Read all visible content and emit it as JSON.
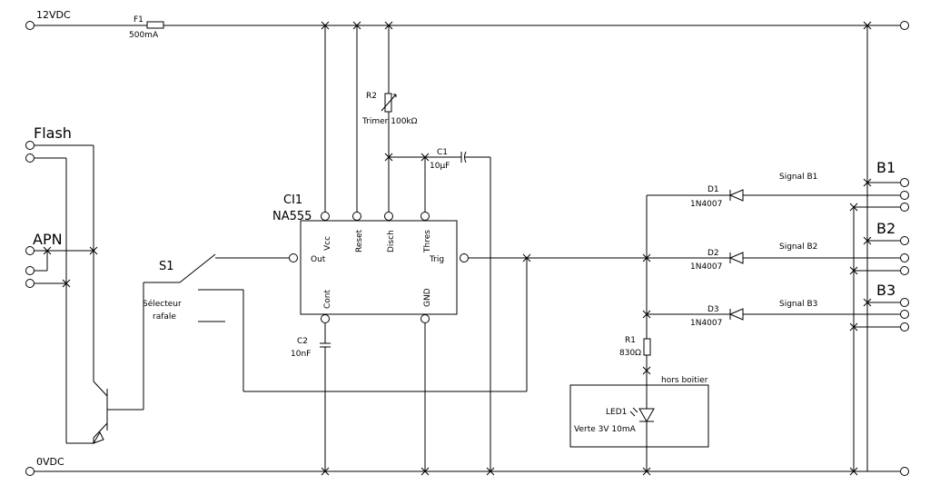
{
  "rails": {
    "top_label": "12VDC",
    "bottom_label": "0VDC"
  },
  "fuse": {
    "ref": "F1",
    "value": "500mA"
  },
  "r2": {
    "ref": "R2",
    "value": "Trimer 100kΩ"
  },
  "c1": {
    "ref": "C1",
    "value": "10µF"
  },
  "c2": {
    "ref": "C2",
    "value": "10nF"
  },
  "ic": {
    "ref": "CI1",
    "part": "NA555",
    "pins": {
      "vcc": "Vcc",
      "reset": "Reset",
      "disch": "Disch",
      "thres": "Thres",
      "out": "Out",
      "trig": "Trig",
      "cont": "Cont",
      "gnd": "GND"
    }
  },
  "left": {
    "flash": "Flash",
    "apn": "APN"
  },
  "switch": {
    "ref": "S1",
    "label_line1": "Sélecteur",
    "label_line2": "rafale"
  },
  "diodes": [
    {
      "ref": "D1",
      "part": "1N4007",
      "signal": "Signal B1"
    },
    {
      "ref": "D2",
      "part": "1N4007",
      "signal": "Signal B2"
    },
    {
      "ref": "D3",
      "part": "1N4007",
      "signal": "Signal B3"
    }
  ],
  "outputs": {
    "b1": "B1",
    "b2": "B2",
    "b3": "B3"
  },
  "r1": {
    "ref": "R1",
    "value": "830Ω"
  },
  "box": {
    "title": "hors boitier",
    "led_ref": "LED1",
    "led_desc": "Verte 3V 10mA"
  }
}
